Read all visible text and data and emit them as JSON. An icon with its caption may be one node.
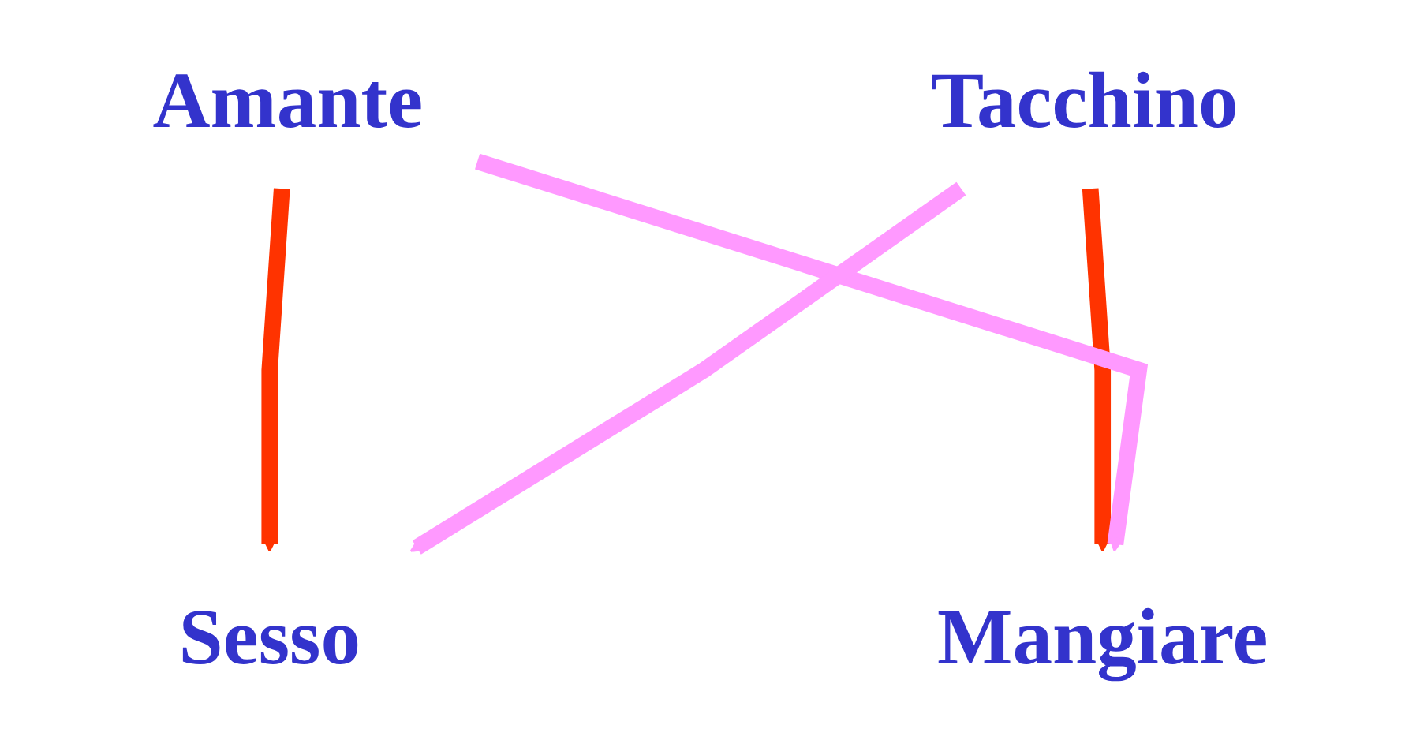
{
  "diagram": {
    "nodes": [
      {
        "text": [
          "Amante"
        ]
      },
      {
        "text": [
          "Tacchino"
        ]
      },
      {
        "text": [
          "Sesso"
        ]
      },
      {
        "text": [
          "Mangiare"
        ]
      }
    ],
    "edges": [
      {
        "from": 0,
        "to": 2,
        "arrow": "to",
        "color": "#ff3300"
      },
      {
        "from": 1,
        "to": 3,
        "arrow": "to",
        "color": "#ff3300"
      },
      {
        "from": 0,
        "to": 3,
        "arrow": "to",
        "color": "#ff99ff"
      },
      {
        "from": 1,
        "to": 2,
        "arrow": "to",
        "color": "#ff99ff"
      }
    ]
  }
}
